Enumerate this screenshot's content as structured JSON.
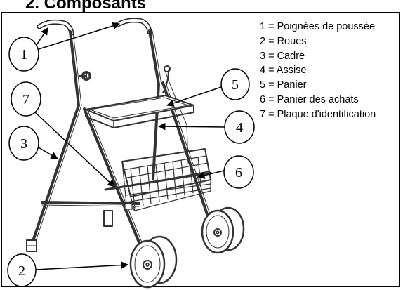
{
  "title": "2.   Composants",
  "callouts": [
    "1",
    "2",
    "3",
    "4",
    "5",
    "6",
    "7"
  ],
  "legend": [
    "1 = Poignées de poussée",
    "2 = Roues",
    "3 = Cadre",
    "4 = Assise",
    "5 = Panier",
    "6 = Panier des achats",
    "7 = Plaque d'identification"
  ]
}
